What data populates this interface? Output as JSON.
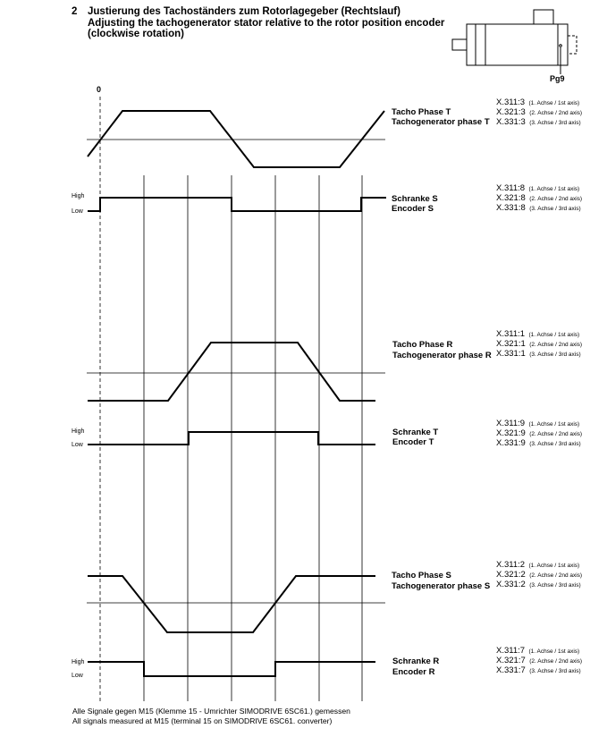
{
  "header": {
    "number": "2",
    "title_de": "Justierung des Tachoständers zum Rotorlagegeber (Rechtslauf)",
    "title_en_1": "Adjusting the tachogenerator stator relative to the rotor position encoder",
    "title_en_2": "(clockwise rotation)"
  },
  "motor": {
    "label": "Pg9"
  },
  "zero_label": "0",
  "levels": {
    "high": "High",
    "low": "Low"
  },
  "signals": [
    {
      "label_1": "Tacho Phase T",
      "label_2": "Tachogenerator phase T",
      "connectors": [
        {
          "pin": "X.311:3",
          "axis": "(1. Achse / 1st axis)"
        },
        {
          "pin": "X.321:3",
          "axis": "(2. Achse / 2nd axis)"
        },
        {
          "pin": "X.331:3",
          "axis": "(3. Achse / 3rd axis)"
        }
      ]
    },
    {
      "label_1": "Schranke S",
      "label_2": "Encoder S",
      "connectors": [
        {
          "pin": "X.311:8",
          "axis": "(1. Achse / 1st axis)"
        },
        {
          "pin": "X.321:8",
          "axis": "(2. Achse / 2nd axis)"
        },
        {
          "pin": "X.331:8",
          "axis": "(3. Achse / 3rd axis)"
        }
      ]
    },
    {
      "label_1": "Tacho Phase R",
      "label_2": "Tachogenerator phase  R",
      "connectors": [
        {
          "pin": "X.311:1",
          "axis": "(1. Achse / 1st axis)"
        },
        {
          "pin": "X.321:1",
          "axis": "(2. Achse / 2nd axis)"
        },
        {
          "pin": "X.331:1",
          "axis": "(3. Achse / 3rd axis)"
        }
      ]
    },
    {
      "label_1": "Schranke T",
      "label_2": "Encoder   T",
      "connectors": [
        {
          "pin": "X.311:9",
          "axis": "(1. Achse / 1st axis)"
        },
        {
          "pin": "X.321:9",
          "axis": "(2. Achse / 2nd axis)"
        },
        {
          "pin": "X.331:9",
          "axis": "(3. Achse / 3rd axis)"
        }
      ]
    },
    {
      "label_1": "Tacho Phase S",
      "label_2": "Tachogenerator phase S",
      "connectors": [
        {
          "pin": "X.311:2",
          "axis": "(1. Achse / 1st axis)"
        },
        {
          "pin": "X.321:2",
          "axis": "(2. Achse / 2nd axis)"
        },
        {
          "pin": "X.331:2",
          "axis": "(3. Achse / 3rd axis)"
        }
      ]
    },
    {
      "label_1": "Schranke R",
      "label_2": "Encoder   R",
      "connectors": [
        {
          "pin": "X.311:7",
          "axis": "(1. Achse / 1st axis)"
        },
        {
          "pin": "X.321:7",
          "axis": "(2. Achse / 2nd axis)"
        },
        {
          "pin": "X.331:7",
          "axis": "(3. Achse / 3rd axis)"
        }
      ]
    }
  ],
  "footer": {
    "line_de": "Alle Signale gegen M15 (Klemme 15 - Umrichter SIMODRIVE 6SC61.) gemessen",
    "line_en": "All signals measured at M15 (terminal 15 on SIMODRIVE 6SC61. converter)"
  }
}
